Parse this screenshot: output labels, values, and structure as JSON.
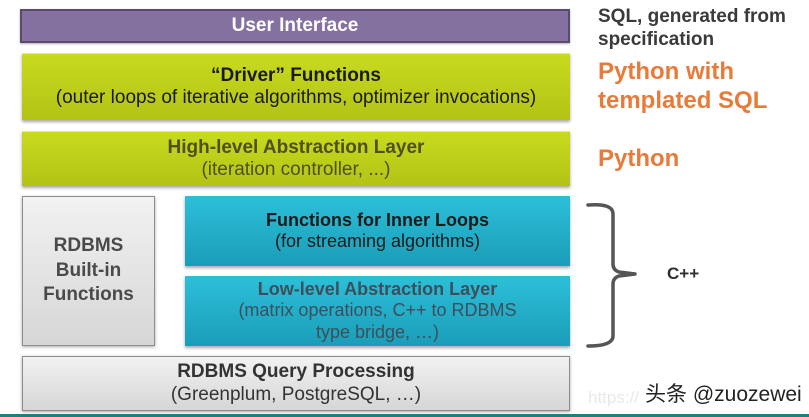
{
  "layers": {
    "user_interface": {
      "title": "User Interface"
    },
    "driver_functions": {
      "title": "“Driver” Functions",
      "subtitle": "(outer loops of iterative algorithms, optimizer invocations)"
    },
    "high_level": {
      "title": "High-level Abstraction Layer",
      "subtitle": "(iteration controller, ...)"
    },
    "builtin": {
      "lines": [
        "RDBMS",
        "Built-in",
        "Functions"
      ]
    },
    "inner_loops": {
      "title": "Functions for Inner Loops",
      "subtitle": "(for streaming algorithms)"
    },
    "low_level": {
      "title": "Low-level Abstraction Layer",
      "subtitle_line1": "(matrix operations, C++ to RDBMS",
      "subtitle_line2": "type bridge, …)"
    },
    "query_processing": {
      "title": "RDBMS Query Processing",
      "subtitle": "(Greenplum, PostgreSQL, …)"
    }
  },
  "annotations": {
    "sql": {
      "line1": "SQL, generated from",
      "line2": "specification"
    },
    "python_sql": {
      "line1": "Python with",
      "line2": "templated SQL"
    },
    "python": "Python",
    "cpp": "C++"
  },
  "watermark": {
    "text": "头条 @zuozewei",
    "url_fragment": "https://"
  },
  "colors": {
    "purple": "#84719f",
    "green": "#c8da1f",
    "cyan": "#2dbfd9",
    "gray": "#e6e6e6",
    "orange": "#e87b3a",
    "dark_text": "#3a3a3a"
  }
}
